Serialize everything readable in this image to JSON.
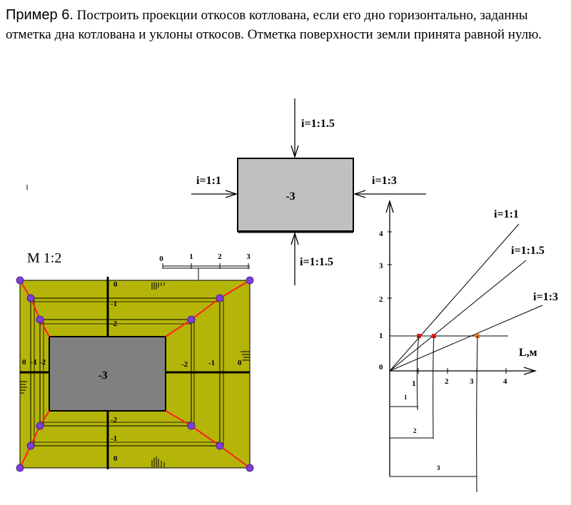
{
  "title": {
    "example": "Пример 6.",
    "text": "Построить проекции откосов котлована, если его дно горизонтально, заданны отметка дна котлована и уклоны откосов. Отметка поверхности земли принята равной нулю."
  },
  "top_diagram": {
    "pit_mark": "-3",
    "slope_top": "i=1:1.5",
    "slope_left": "i=1:1",
    "slope_right": "i=1:3",
    "slope_bottom": "i=1:1.5"
  },
  "plan": {
    "scale_label": "М 1:2",
    "scale_ticks": [
      "0",
      "1",
      "2",
      "3"
    ],
    "pit_mark": "-3",
    "marks_top": [
      "0",
      "-1",
      "-2"
    ],
    "marks_bottom": [
      "-2",
      "-1",
      "0"
    ],
    "marks_left": [
      "0",
      "-1",
      "-2"
    ],
    "marks_right": [
      "-2",
      "-1",
      "0"
    ],
    "colors": {
      "ground": "#b5b509",
      "pit": "#808080",
      "ridge": "#ff2020",
      "point": "#7d3fd6"
    }
  },
  "graph": {
    "y_ticks": [
      "0",
      "1",
      "2",
      "3",
      "4"
    ],
    "x_ticks": [
      "1",
      "2",
      "3",
      "4"
    ],
    "x_axis_label": "L,м",
    "lines": [
      "i=1:1",
      "i=1:1.5",
      "i=1:3"
    ],
    "lengths": [
      "1",
      "2",
      "3"
    ]
  }
}
